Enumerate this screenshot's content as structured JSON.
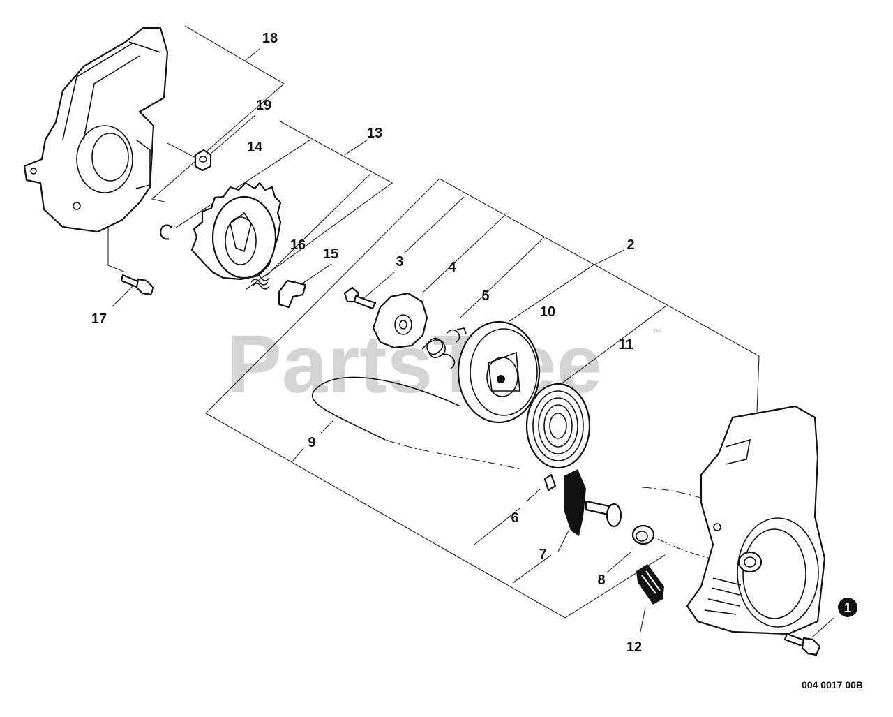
{
  "watermark": {
    "text": "PartsTree",
    "trademark": "™"
  },
  "drawing_code": "004 0017 00B",
  "callouts": {
    "c1": "1",
    "c2": "2",
    "c3": "3",
    "c4": "4",
    "c5": "5",
    "c6": "6",
    "c7": "7",
    "c8": "8",
    "c9": "9",
    "c10": "10",
    "c11": "11",
    "c12": "12",
    "c13": "13",
    "c14": "14",
    "c15": "15",
    "c16": "16",
    "c17": "17",
    "c18": "18",
    "c19": "19"
  }
}
